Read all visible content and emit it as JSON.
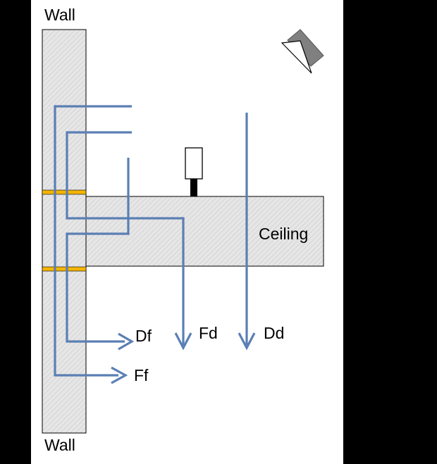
{
  "labels": {
    "wall_top": "Wall",
    "wall_bottom": "Wall",
    "ceiling": "Ceiling",
    "path_df": "Df",
    "path_fd": "Fd",
    "path_dd": "Dd",
    "path_ff": "Ff"
  },
  "colors": {
    "background": "#000000",
    "panel": "#ffffff",
    "structure_fill": "#e6e6e6",
    "structure_hatch": "#c8c8c8",
    "path": "#5b7fb4",
    "junction_layer": "#f4b400",
    "loudspeaker_body": "#808080",
    "loudspeaker_front": "#ffffff"
  },
  "icons": {
    "source": "loudspeaker-icon",
    "receiver": "microphone-icon"
  }
}
